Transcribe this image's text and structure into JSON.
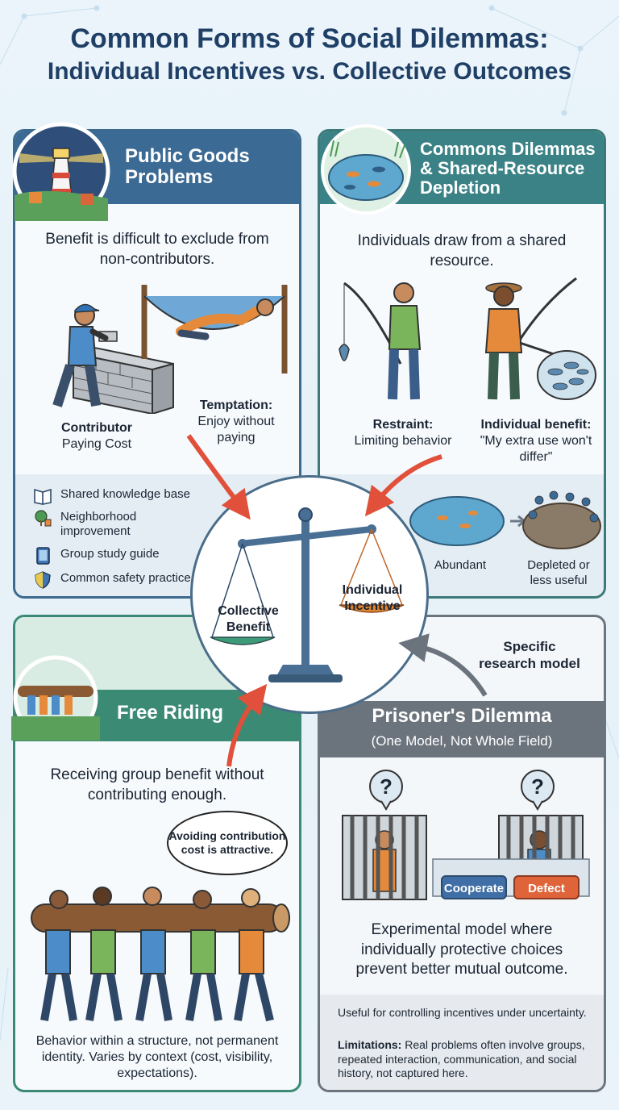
{
  "title": {
    "line1": "Common Forms of Social Dilemmas:",
    "line2": "Individual Incentives vs. Collective Outcomes"
  },
  "public_goods": {
    "heading": "Public Goods Problems",
    "description": "Benefit is difficult to exclude from non-contributors.",
    "contributor_label": "Contributor",
    "contributor_sub": "Paying Cost",
    "temptation_label": "Temptation:",
    "temptation_sub": "Enjoy without paying",
    "examples": [
      {
        "label": "Shared knowledge base",
        "icon": "book-icon"
      },
      {
        "label": "Neighborhood improvement",
        "icon": "tree-icon"
      },
      {
        "label": "Group study guide",
        "icon": "tablet-icon"
      },
      {
        "label": "Common safety practice",
        "icon": "shield-icon"
      }
    ]
  },
  "commons": {
    "heading": "Commons Dilemmas & Shared-Resource Depletion",
    "description": "Individuals draw from a shared resource.",
    "restraint_label": "Restraint:",
    "restraint_sub": "Limiting behavior",
    "benefit_label": "Individual benefit:",
    "benefit_sub": "\"My extra use won't differ\"",
    "abundant_label": "Abundant",
    "depleted_label": "Depleted or less useful"
  },
  "center": {
    "collective_label": "Collective Benefit",
    "individual_label": "Individual Incentive",
    "colors": {
      "collective": "#3e9b7a",
      "individual": "#e3872f",
      "scale": "#4a6f94"
    }
  },
  "free_riding": {
    "heading": "Free Riding",
    "description": "Receiving group benefit without contributing enough.",
    "thought": "Avoiding contribution cost is attractive.",
    "footer": "Behavior within a structure, not permanent identity. Varies by context (cost, visibility, expectations)."
  },
  "prisoners": {
    "annotation": "Specific research model",
    "heading": "Prisoner's Dilemma",
    "subheading": "(One Model, Not Whole Field)",
    "cooperate_label": "Cooperate",
    "defect_label": "Defect",
    "description": "Experimental model where individually protective choices prevent better mutual outcome.",
    "useful_text": "Useful for controlling incentives under uncertainty.",
    "limitations_label": "Limitations:",
    "limitations_text": "Real problems often involve groups, repeated interaction, communication, and social history, not captured here.",
    "question_mark": "?",
    "colors": {
      "cooperate": "#3f6fa6",
      "defect": "#e0643a"
    }
  }
}
